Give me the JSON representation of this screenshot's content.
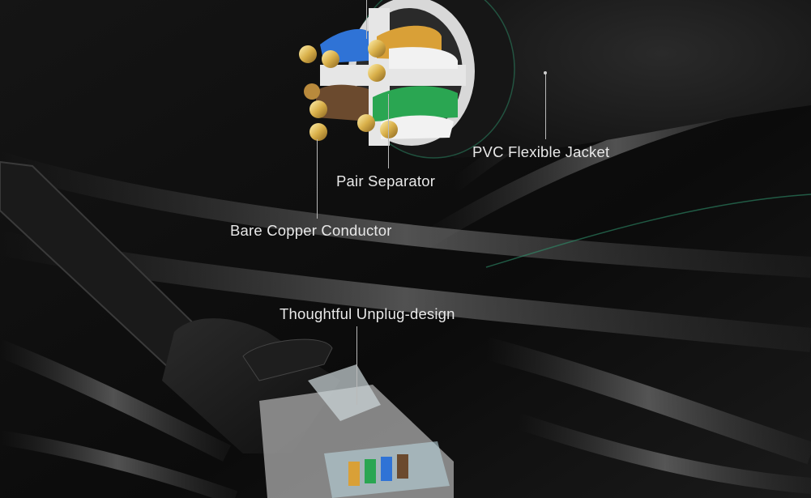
{
  "labels": {
    "jacket": "PVC Flexible Jacket",
    "separator": "Pair Separator",
    "conductor": "Bare Copper Conductor",
    "unplug": "Thoughtful Unplug-design"
  },
  "colors": {
    "background": "#0c0c0c",
    "jacket": "#1b1b1b",
    "separator": "#e6e6e6",
    "copper": "#d9b04a",
    "wire_blue": "#2f73d6",
    "wire_orange": "#d9a037",
    "wire_green": "#2aa652",
    "wire_brown": "#6b4a2e",
    "glow": "#2e8f6a"
  }
}
